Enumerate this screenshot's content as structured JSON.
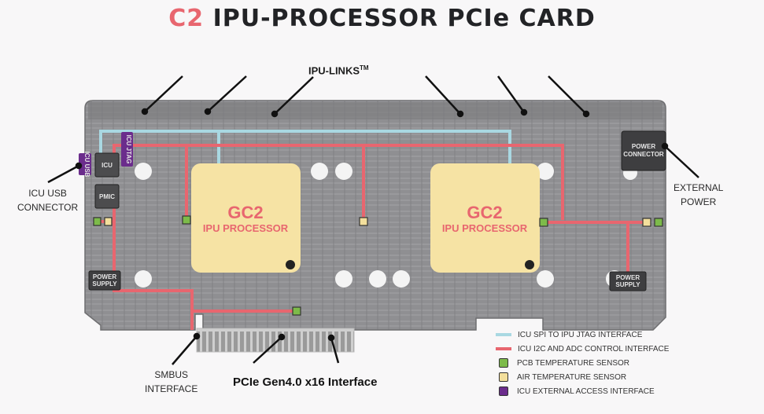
{
  "title": {
    "accent": "C2",
    "main": "IPU-PROCESSOR PCIe CARD"
  },
  "labels": {
    "ipu_links": "IPU-LINKS",
    "ipu_links_tm": "TM",
    "icu_usb_connector_line1": "ICU USB",
    "icu_usb_connector_line2": "CONNECTOR",
    "external_power_line1": "EXTERNAL",
    "external_power_line2": "POWER",
    "smbus_line1": "SMBUS",
    "smbus_line2": "INTERFACE",
    "pcie_interface": "PCIe Gen4.0 x16 Interface"
  },
  "board": {
    "icu_usb_tag": "ICU USB",
    "icu_jtag_tag": "ICU JTAG",
    "icu": "ICU",
    "pmic": "PMIC",
    "power_supply_left_1": "POWER",
    "power_supply_left_2": "SUPPLY",
    "power_supply_right_1": "POWER",
    "power_supply_right_2": "SUPPLY",
    "power_connector_1": "POWER",
    "power_connector_2": "CONNECTOR",
    "chip_left_name": "GC2",
    "chip_left_sub": "IPU PROCESSOR",
    "chip_right_name": "GC2",
    "chip_right_sub": "IPU PROCESSOR"
  },
  "legend": [
    {
      "label": "ICU SPI TO IPU JTAG INTERFACE",
      "type": "line",
      "color": "#a9d8e2"
    },
    {
      "label": "ICU I2C AND ADC CONTROL INTERFACE",
      "type": "line",
      "color": "#e8666f"
    },
    {
      "label": "PCB TEMPERATURE SENSOR",
      "type": "box",
      "color": "#7dbb4a"
    },
    {
      "label": "AIR TEMPERATURE SENSOR",
      "type": "box",
      "color": "#f3df9c"
    },
    {
      "label": "ICU EXTERNAL ACCESS INTERFACE",
      "type": "box",
      "color": "#6b2c8c"
    }
  ],
  "colors": {
    "accent": "#e8666f",
    "spi": "#a9d8e2",
    "i2c": "#e8666f",
    "pcb_sensor": "#7dbb4a",
    "air_sensor": "#f3df9c",
    "icu_access": "#6b2c8c",
    "chip": "#f6e3a4",
    "board": "#8e8e90"
  }
}
